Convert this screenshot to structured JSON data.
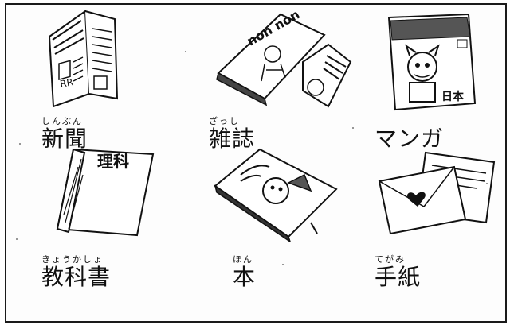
{
  "items": [
    {
      "word": "新聞",
      "furigana": "しんぶん",
      "icon": "newspaper-icon"
    },
    {
      "word": "雑誌",
      "furigana": "ざっし",
      "icon": "magazine-icon",
      "cover_text": "non non"
    },
    {
      "word": "マンガ",
      "furigana": "",
      "icon": "manga-icon",
      "cover_text": "日本"
    },
    {
      "word": "教科書",
      "furigana": "きょうかしょ",
      "icon": "textbook-icon",
      "cover_text": "理科"
    },
    {
      "word": "本",
      "furigana": "ほん",
      "icon": "book-icon"
    },
    {
      "word": "手紙",
      "furigana": "てがみ",
      "icon": "letter-icon"
    }
  ]
}
